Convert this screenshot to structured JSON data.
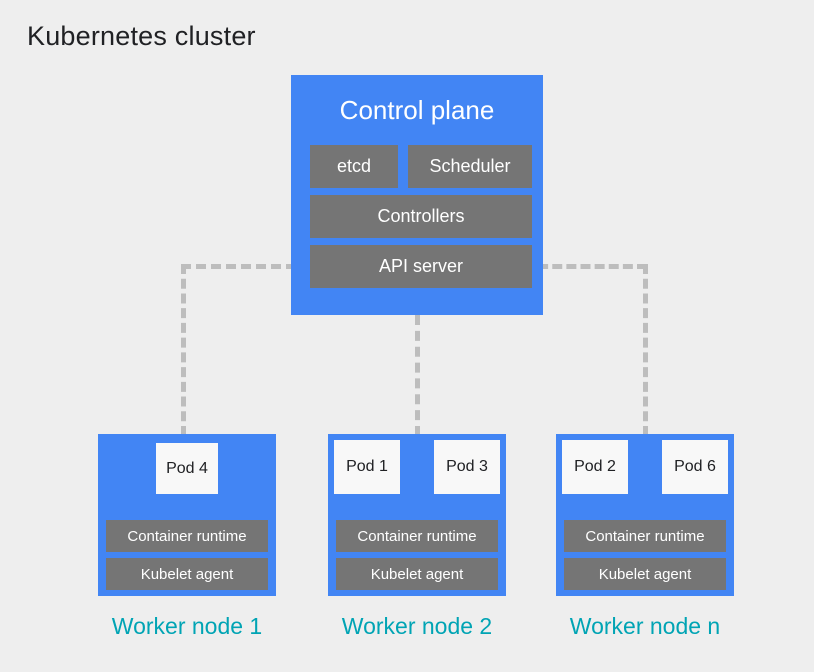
{
  "title": "Kubernetes cluster",
  "colors": {
    "background": "#EEEEEE",
    "node_blue": "#4285F4",
    "component_gray": "#757575",
    "pod_white": "#F8F8F8",
    "label_teal": "#00A4B4",
    "connector_gray": "#BDBDBD",
    "title_black": "#202124"
  },
  "control_plane": {
    "title": "Control plane",
    "components": [
      {
        "label": "etcd"
      },
      {
        "label": "Scheduler"
      },
      {
        "label": "Controllers"
      },
      {
        "label": "API server"
      }
    ]
  },
  "worker_nodes": [
    {
      "label": "Worker node 1",
      "pods": [
        {
          "label": "Pod 4"
        }
      ],
      "runtime_label": "Container runtime",
      "kubelet_label": "Kubelet agent"
    },
    {
      "label": "Worker node 2",
      "pods": [
        {
          "label": "Pod 1"
        },
        {
          "label": "Pod 3"
        }
      ],
      "runtime_label": "Container runtime",
      "kubelet_label": "Kubelet agent"
    },
    {
      "label": "Worker node n",
      "pods": [
        {
          "label": "Pod 2"
        },
        {
          "label": "Pod 6"
        }
      ],
      "runtime_label": "Container runtime",
      "kubelet_label": "Kubelet agent"
    }
  ],
  "connectors": [
    {
      "name": "api-server-to-worker-node-1",
      "style": "dashed"
    },
    {
      "name": "control-plane-to-worker-node-2",
      "style": "dashed"
    },
    {
      "name": "api-server-to-worker-node-n",
      "style": "dashed"
    }
  ]
}
